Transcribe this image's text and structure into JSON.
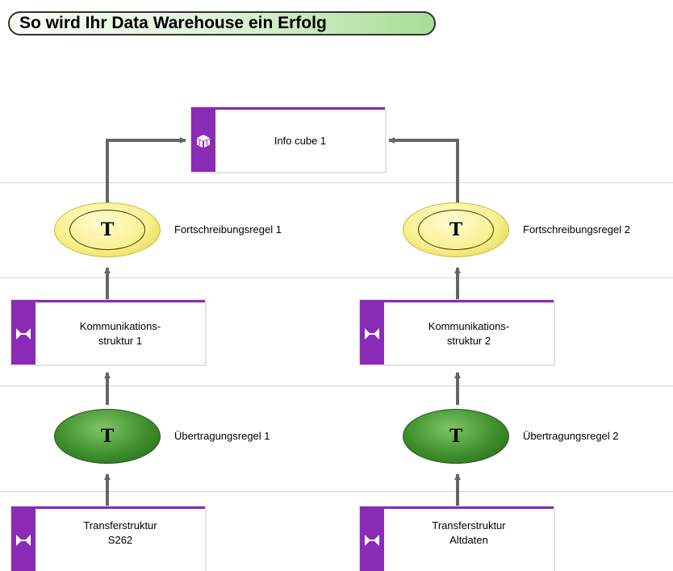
{
  "title": "So wird Ihr Data Warehouse ein Erfolg",
  "colors": {
    "object_accent": "#8a2bb5",
    "update_rule_fill": "#f9f190",
    "transfer_rule_fill": "#3e8f2c",
    "connector": "#666666"
  },
  "nodes": {
    "info_cube": {
      "label": "Info cube 1",
      "icon": "info-cube-icon"
    },
    "update_rule_1": {
      "letter": "T",
      "label": "Fortschreibungsregel 1"
    },
    "update_rule_2": {
      "letter": "T",
      "label": "Fortschreibungsregel 2"
    },
    "comm_structure_1": {
      "label": "Kommunikations-\nstruktur 1",
      "icon": "structure-icon"
    },
    "comm_structure_2": {
      "label": "Kommunikations-\nstruktur 2",
      "icon": "structure-icon"
    },
    "transfer_rule_1": {
      "letter": "T",
      "label": "Übertragungsregel 1"
    },
    "transfer_rule_2": {
      "letter": "T",
      "label": "Übertragungsregel 2"
    },
    "transfer_structure_1": {
      "label": "Transferstruktur\nS262",
      "icon": "structure-icon"
    },
    "transfer_structure_2": {
      "label": "Transferstruktur\nAltdaten",
      "icon": "structure-icon"
    }
  }
}
